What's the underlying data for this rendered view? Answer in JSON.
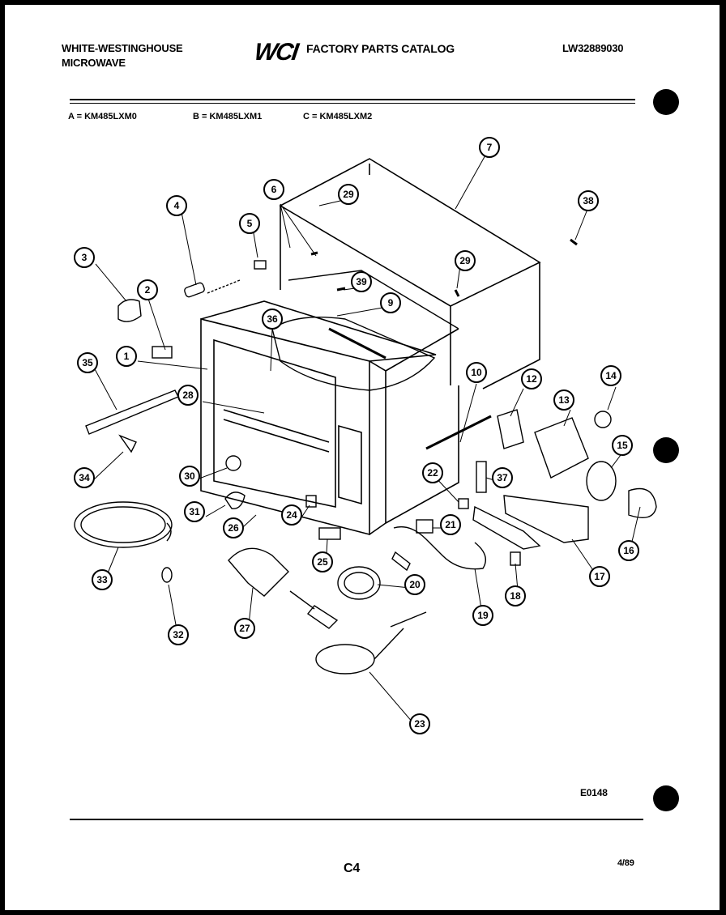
{
  "header": {
    "brand_line1": "WHITE-WESTINGHOUSE",
    "brand_line2": "MICROWAVE",
    "wci_logo": "WCI",
    "catalog_title": "FACTORY PARTS CATALOG",
    "doc_number": "LW32889030"
  },
  "models": {
    "a": "A = KM485LXM0",
    "b": "B = KM485LXM1",
    "c": "C = KM485LXM2"
  },
  "callouts": [
    "1",
    "2",
    "3",
    "4",
    "5",
    "6",
    "7",
    "9",
    "10",
    "12",
    "13",
    "14",
    "15",
    "16",
    "17",
    "18",
    "19",
    "20",
    "21",
    "22",
    "23",
    "24",
    "25",
    "26",
    "27",
    "28",
    "29",
    "29",
    "30",
    "31",
    "32",
    "33",
    "34",
    "35",
    "36",
    "37",
    "38",
    "39"
  ],
  "footer": {
    "figure_code": "E0148",
    "page_number": "C4",
    "date": "4/89"
  }
}
